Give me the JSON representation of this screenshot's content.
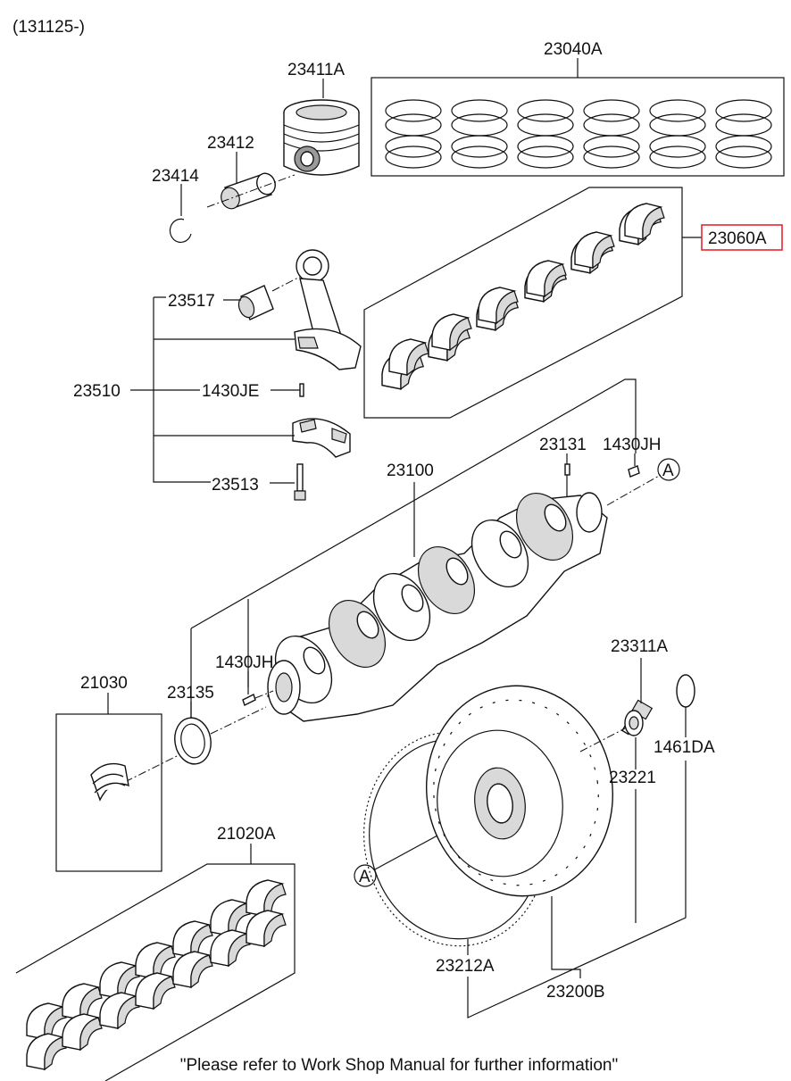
{
  "header": {
    "revision": "(131125-)"
  },
  "callouts": {
    "p23040A": "23040A",
    "p23411A": "23411A",
    "p23412": "23412",
    "p23414": "23414",
    "p23060A": "23060A",
    "p23517": "23517",
    "p23510": "23510",
    "p1430JE": "1430JE",
    "p23513": "23513",
    "p23131": "23131",
    "p1430JH_top": "1430JH",
    "p23100": "23100",
    "p1430JH_left": "1430JH",
    "p21030": "21030",
    "p23135": "23135",
    "p23311A": "23311A",
    "p1461DA": "1461DA",
    "p23221": "23221",
    "p21020A": "21020A",
    "p23212A": "23212A",
    "p23200B": "23200B",
    "ref_a_top": "A",
    "ref_a_left": "A"
  },
  "highlighted_part": "23060A",
  "colors": {
    "highlight": "#e8262d",
    "ink": "#111111"
  },
  "footer": {
    "note": "\"Please refer to Work Shop Manual for further information\""
  }
}
